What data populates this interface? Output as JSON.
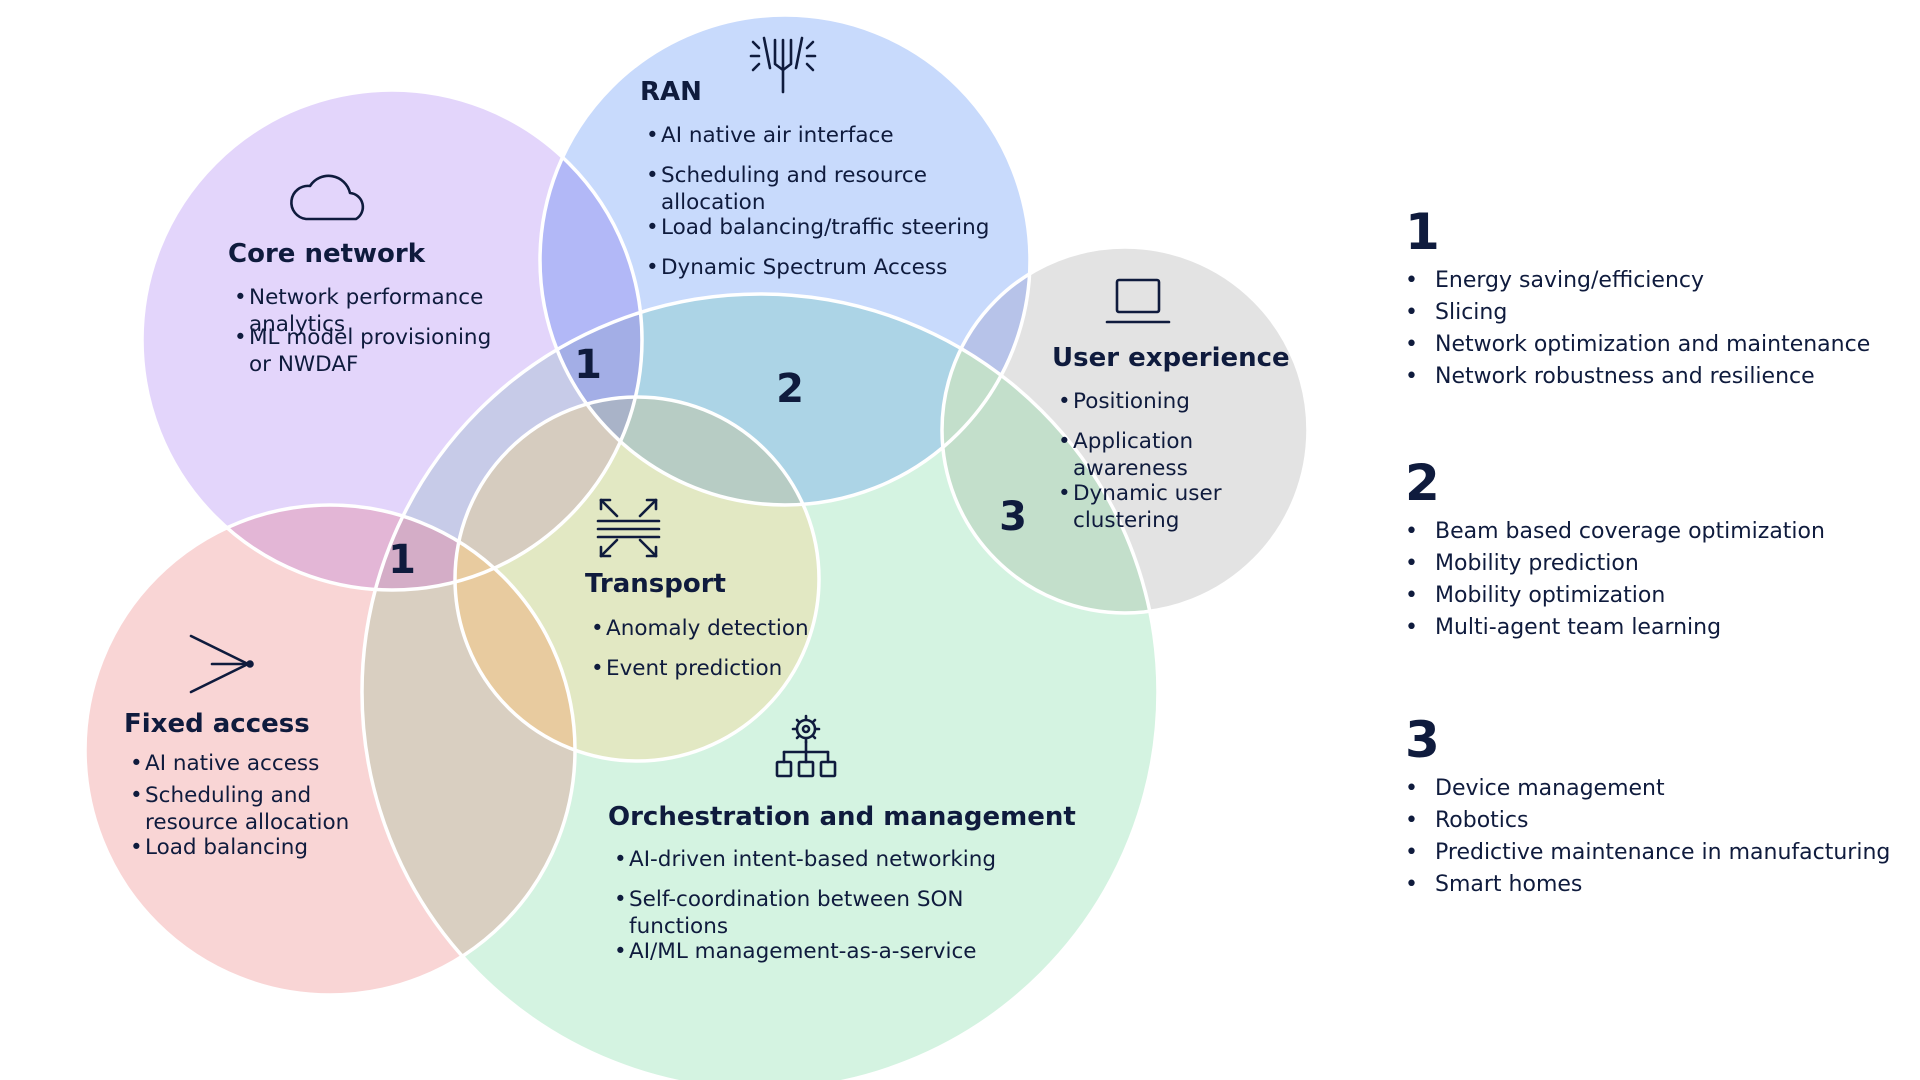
{
  "colors": {
    "core": "#e3d5fb",
    "ran": "#c8dafc",
    "user": "#e3e3e3",
    "fixed": "#f9d5d5",
    "orch": "#d4f3e1",
    "transport": "#e2e8c3",
    "ink": "#0f1b3d"
  },
  "regions": {
    "core": {
      "title": "Core network",
      "icon": "cloud-icon",
      "items": [
        [
          "Network performance",
          "analytics"
        ],
        [
          "ML model provisioning",
          "or NWDAF"
        ]
      ]
    },
    "ran": {
      "title": "RAN",
      "icon": "antenna-icon",
      "items": [
        [
          "AI native air interface"
        ],
        [
          "Scheduling and resource",
          "allocation"
        ],
        [
          "Load balancing/traffic steering"
        ],
        [
          "Dynamic Spectrum Access"
        ]
      ]
    },
    "user": {
      "title": "User experience",
      "icon": "laptop-icon",
      "items": [
        [
          "Positioning"
        ],
        [
          "Application",
          "awareness"
        ],
        [
          "Dynamic user",
          "clustering"
        ]
      ]
    },
    "fixed": {
      "title": "Fixed access",
      "icon": "fiber-split-icon",
      "items": [
        [
          "AI native access"
        ],
        [
          "Scheduling and",
          "resource allocation"
        ],
        [
          "Load balancing"
        ]
      ]
    },
    "transport": {
      "title": "Transport",
      "icon": "transport-arrows-icon",
      "items": [
        [
          "Anomaly detection"
        ],
        [
          "Event prediction"
        ]
      ]
    },
    "orch": {
      "title": "Orchestration and management",
      "icon": "gear-hierarchy-icon",
      "items": [
        [
          "AI-driven intent-based networking"
        ],
        [
          "Self-coordination between SON",
          "functions"
        ],
        [
          "AI/ML management-as-a-service"
        ]
      ]
    }
  },
  "overlap_labels": [
    "1",
    "2",
    "1",
    "3"
  ],
  "legend": [
    {
      "number": "1",
      "items": [
        "Energy saving/efficiency",
        "Slicing",
        "Network optimization and maintenance",
        "Network robustness and resilience"
      ]
    },
    {
      "number": "2",
      "items": [
        "Beam based coverage optimization",
        "Mobility prediction",
        "Mobility optimization",
        "Multi-agent team learning"
      ]
    },
    {
      "number": "3",
      "items": [
        "Device management",
        "Robotics",
        "Predictive maintenance in manufacturing",
        "Smart homes"
      ]
    }
  ]
}
